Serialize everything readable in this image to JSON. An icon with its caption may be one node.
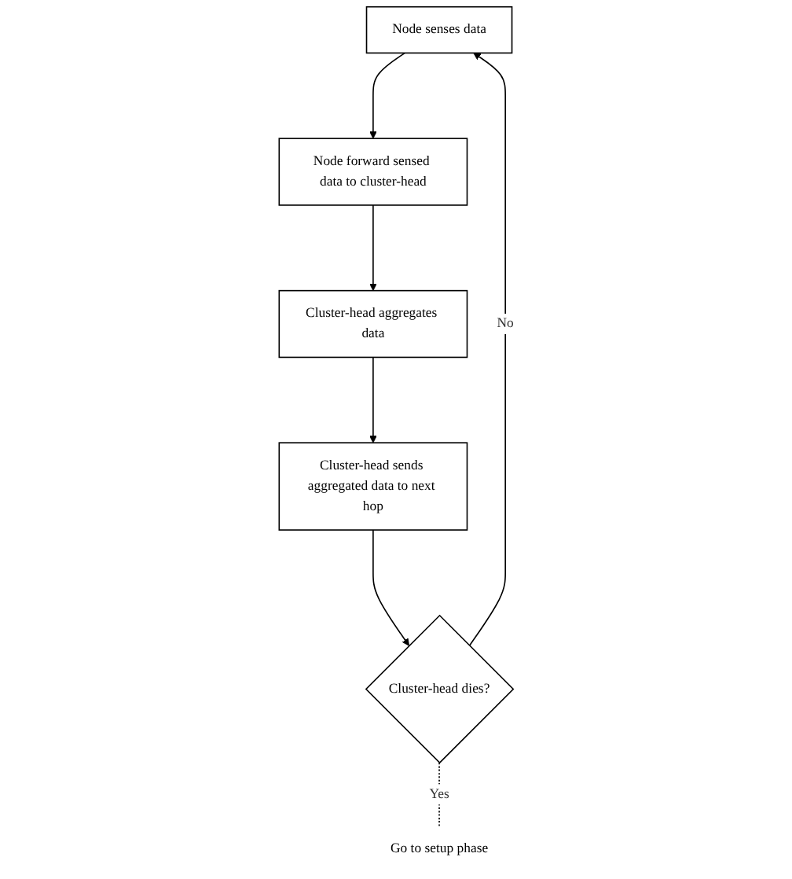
{
  "diagram": {
    "nodes": [
      {
        "text": [
          "Node senses data"
        ]
      },
      {
        "text": [
          "Node forward sensed data to cluster-head"
        ]
      },
      {
        "text": [
          "Cluster-head aggregates data"
        ]
      },
      {
        "text": [
          "Cluster-head sends aggregated data to next hop"
        ]
      },
      {
        "text": [
          "Cluster-head dies?"
        ]
      },
      {
        "text": [
          "Go to setup phase"
        ]
      }
    ],
    "edges": [
      {
        "from": 0,
        "to": 1,
        "arrow": "to"
      },
      {
        "from": 1,
        "to": 2,
        "arrow": "to"
      },
      {
        "from": 2,
        "to": 3,
        "arrow": "to"
      },
      {
        "from": 3,
        "to": 4,
        "arrow": "to"
      },
      {
        "from": 4,
        "to": 0,
        "arrow": "to",
        "label": "No"
      },
      {
        "from": 4,
        "to": 5,
        "arrow": "none",
        "label": "Yes",
        "style": "dashed"
      }
    ]
  }
}
